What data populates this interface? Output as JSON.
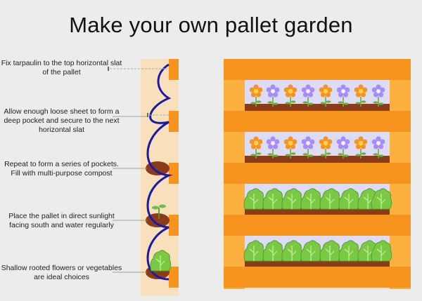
{
  "title": "Make your own pallet garden",
  "steps": [
    "Fix tarpaulin to the top horizontal slat of the pallet",
    "Allow enough loose sheet to form a deep pocket and secure to the next horizontal slat",
    "Repeat to form a series of pockets. Fill with multi-purpose compost",
    "Place the pallet in direct sunlight facing south and water regularly",
    "Shallow rooted flowers or vegetables are ideal choices"
  ],
  "colors": {
    "slat": "#f7941d",
    "slat_light": "#fbb040",
    "board": "#f8e0bd",
    "tarp": "#1a1aa8",
    "soil": "#8b3a1a",
    "sky": "#dcdcf5",
    "leaf": "#7ac943",
    "flower_orange": "#f7931e",
    "flower_purple": "#a78bfa"
  }
}
